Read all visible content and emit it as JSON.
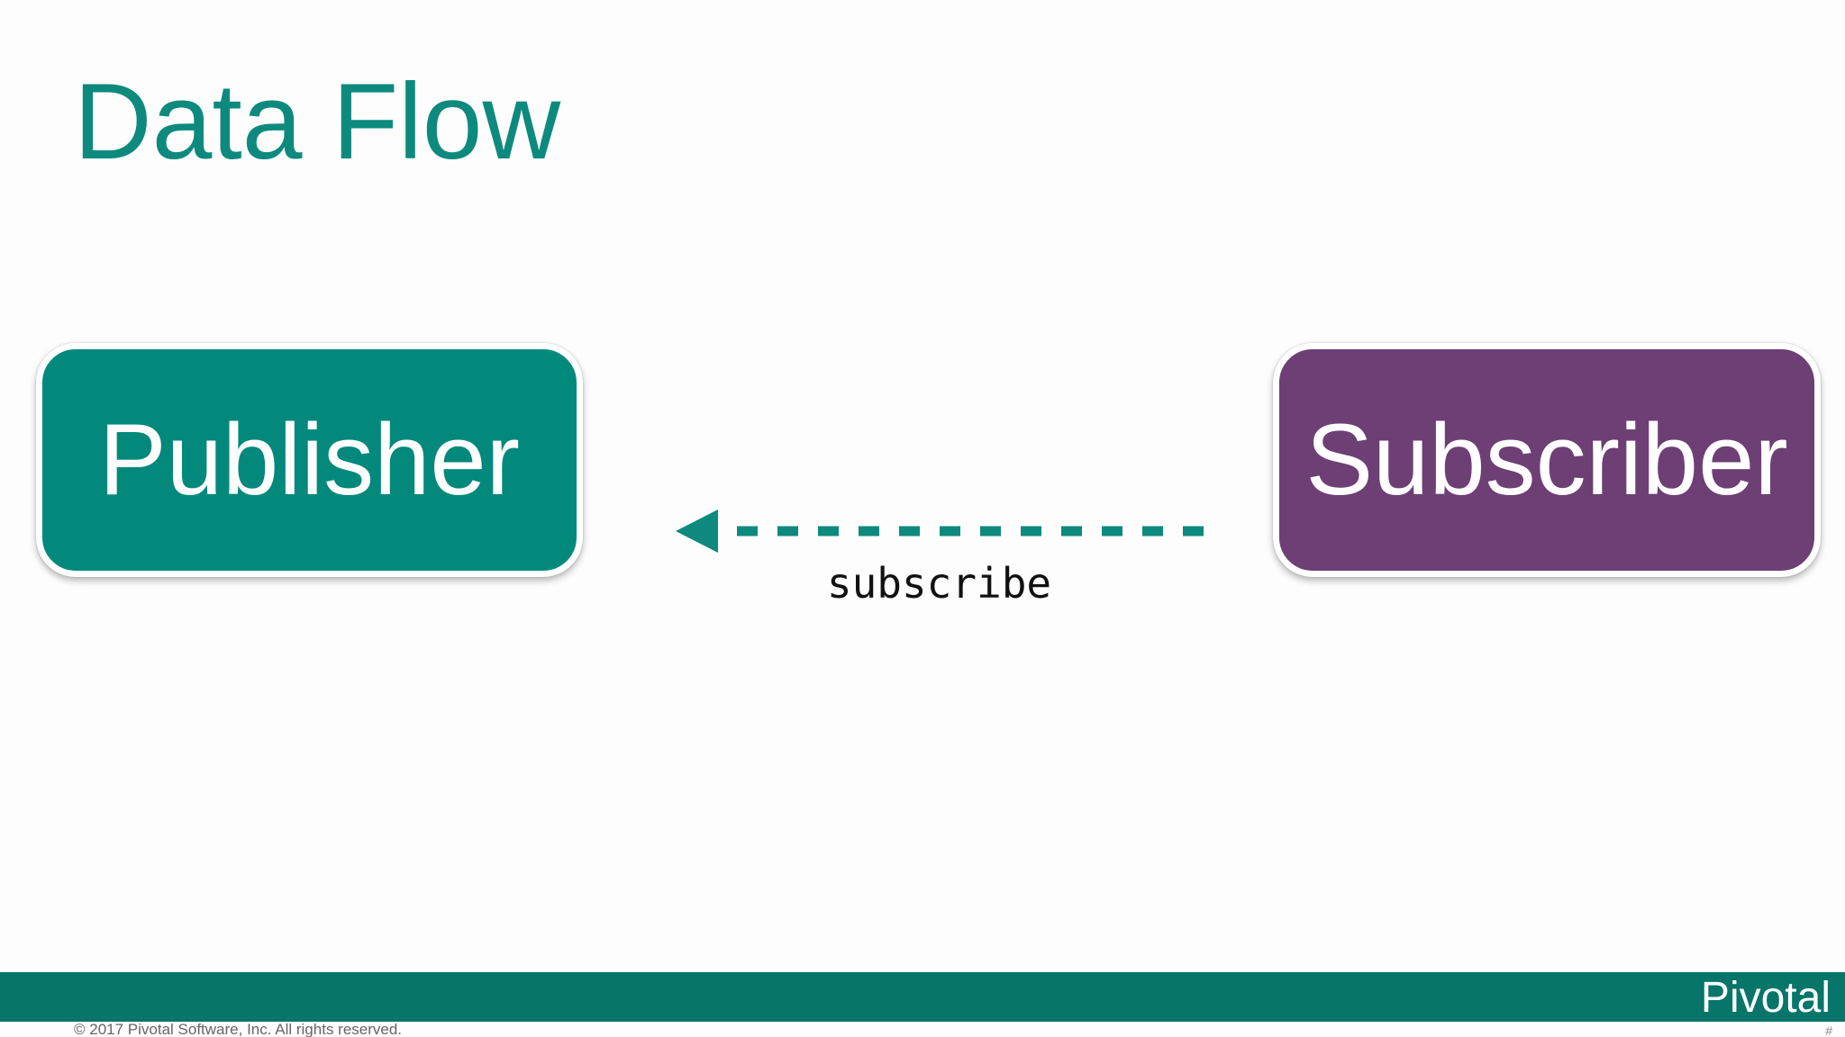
{
  "slide": {
    "title": "Data Flow",
    "copyright": "© 2017 Pivotal Software, Inc.  All rights reserved.",
    "brand": "Pivotal",
    "slide_number": "#"
  },
  "diagram": {
    "nodes": [
      {
        "id": "publisher",
        "label": "Publisher",
        "color": "#02897c"
      },
      {
        "id": "subscriber",
        "label": "Subscriber",
        "color": "#6d3f75"
      }
    ],
    "edges": [
      {
        "from": "subscriber",
        "to": "publisher",
        "label": "subscribe",
        "style": "dashed",
        "color": "#0d8a7d"
      }
    ]
  },
  "colors": {
    "accent": "#0d8a7d",
    "footer": "#07756a"
  }
}
